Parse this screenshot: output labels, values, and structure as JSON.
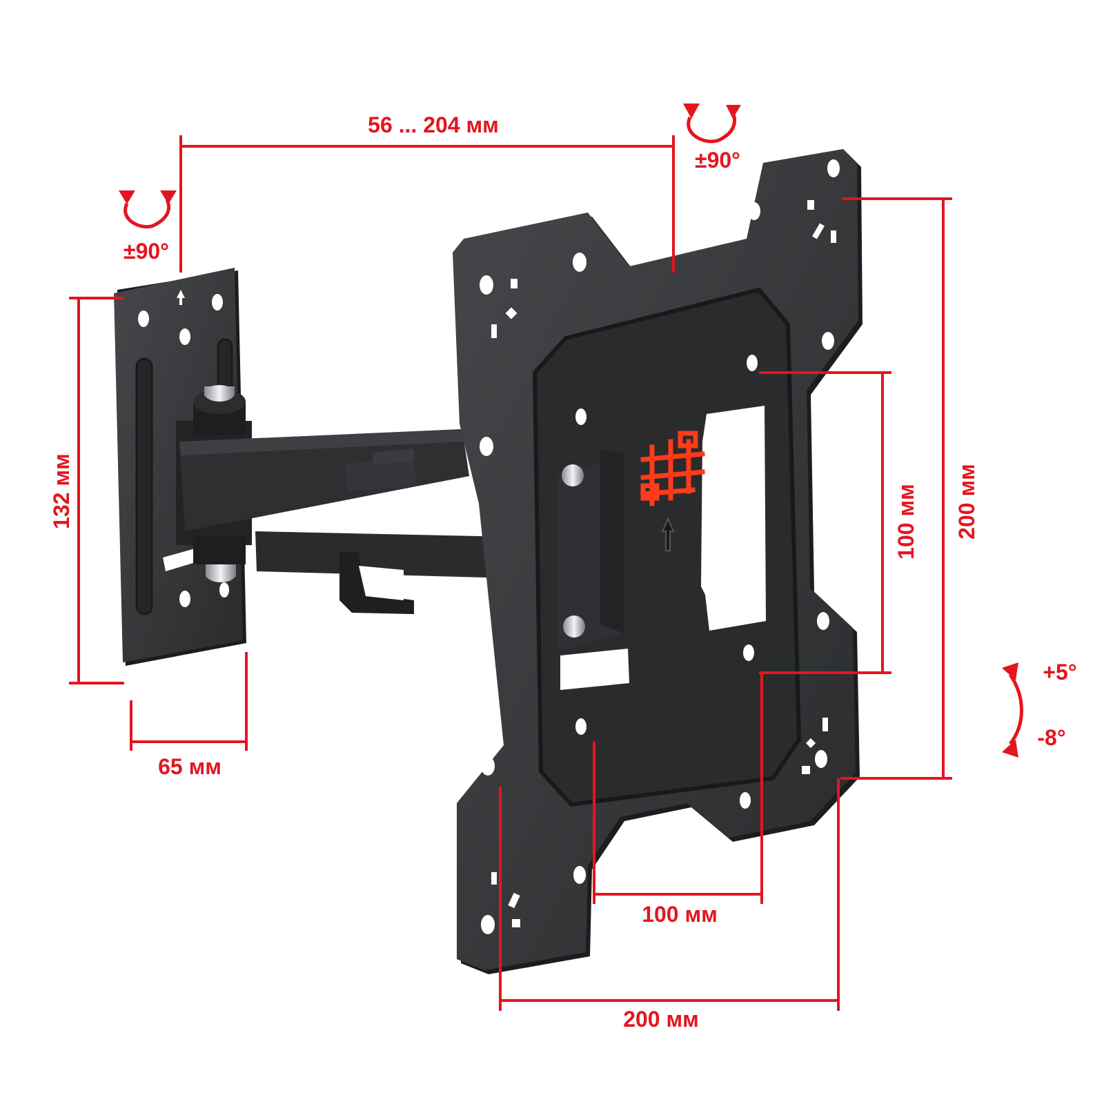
{
  "colors": {
    "dimension_red": "#e4151f",
    "metal_dark": "#2c2d2f",
    "metal_mid": "#3b3c3f",
    "metal_edge": "#1a1a1c",
    "logo_orange": "#ff3b1a"
  },
  "dimensions": {
    "arm_extension": "56 ... 204 мм",
    "wall_plate_height": "132 мм",
    "wall_plate_width": "65 мм",
    "vesa_small_vertical": "100 мм",
    "vesa_large_vertical": "200 мм",
    "vesa_small_horizontal": "100 мм",
    "vesa_large_horizontal": "200 мм"
  },
  "rotations": {
    "wall_swivel": "±90°",
    "plate_swivel": "±90°",
    "tilt_up": "+5°",
    "tilt_down": "-8°"
  },
  "icons": {
    "swivel_arrows": "rotate-arrows-icon",
    "tilt_arrow": "tilt-arc-icon",
    "brand_logo": "hash-lattice-logo"
  }
}
